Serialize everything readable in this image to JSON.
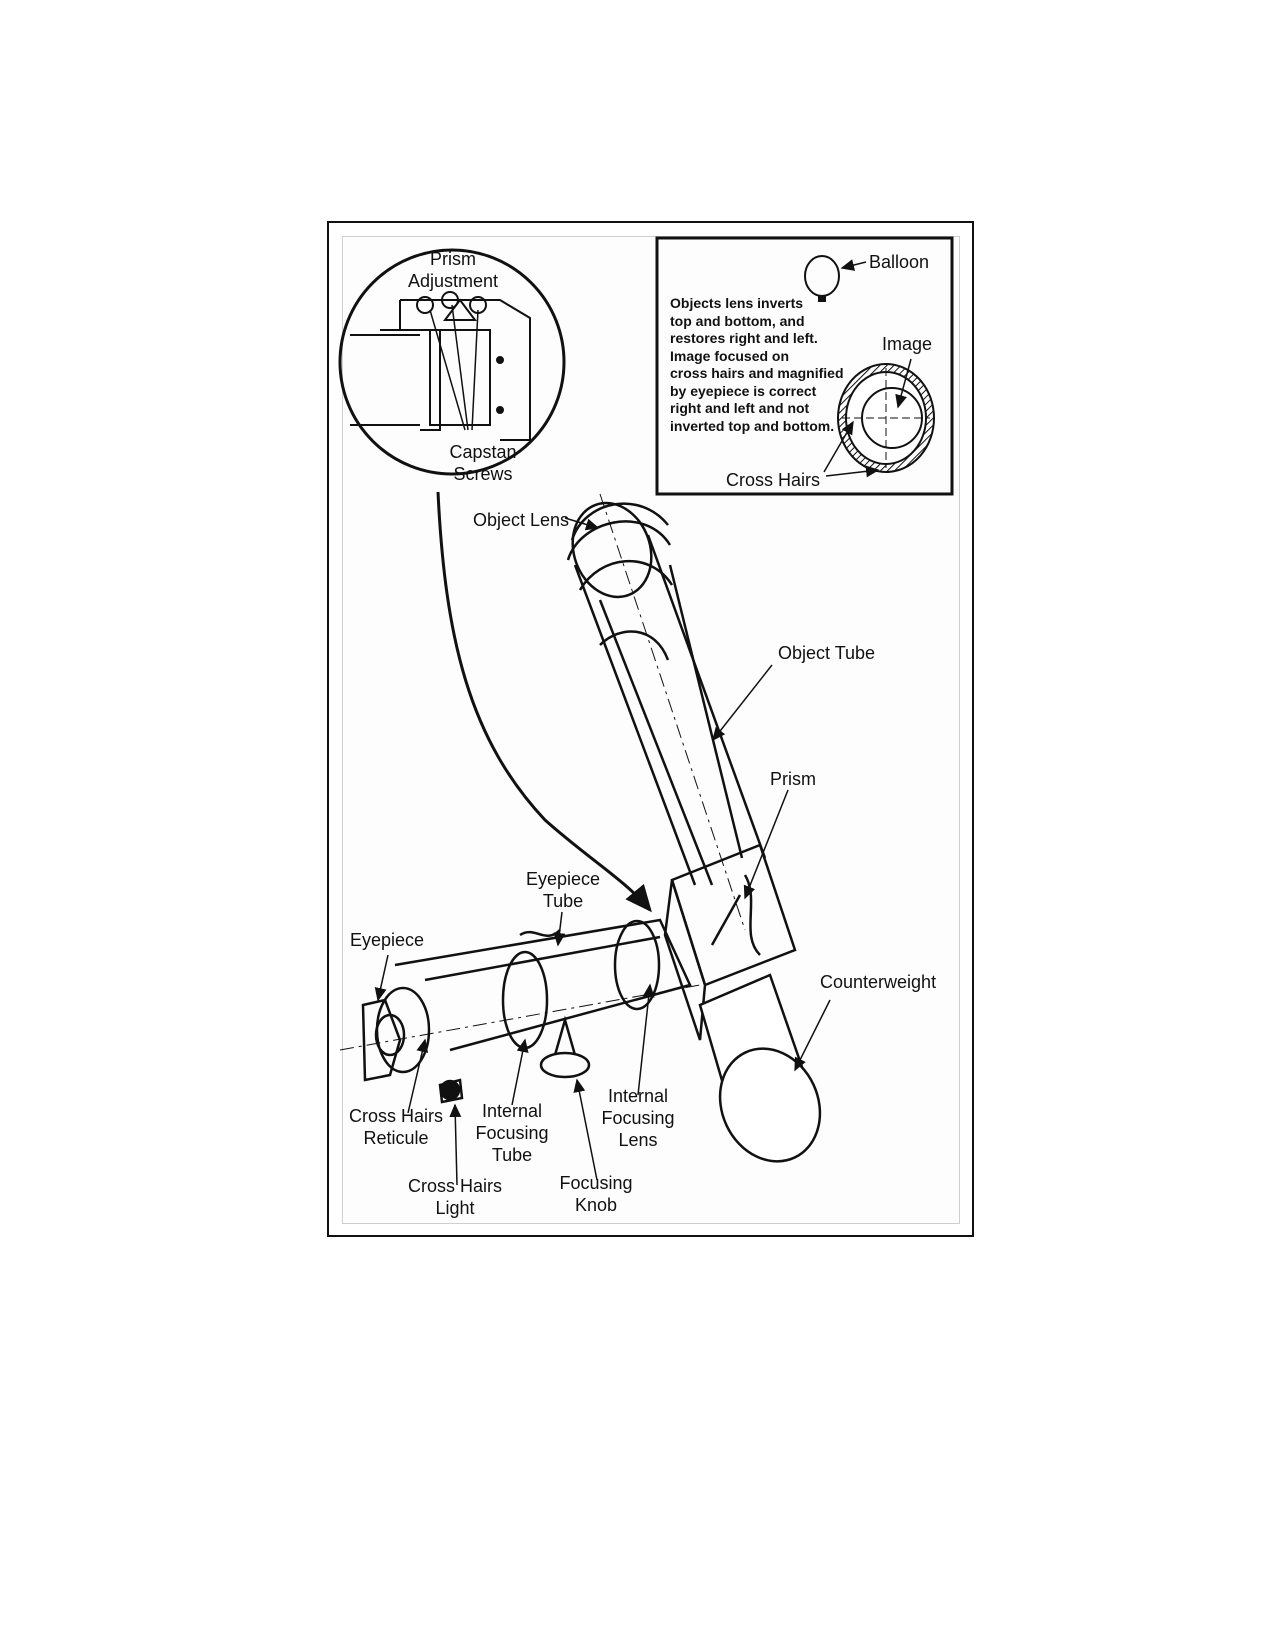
{
  "labels": {
    "prism_adjustment": "Prism\nAdjustment",
    "capstan_screws": "Capstan\nScrews",
    "balloon": "Balloon",
    "image": "Image",
    "cross_hairs": "Cross Hairs",
    "object_lens": "Object Lens",
    "object_tube": "Object Tube",
    "prism": "Prism",
    "eyepiece_tube": "Eyepiece\nTube",
    "eyepiece": "Eyepiece",
    "counterweight": "Counterweight",
    "cross_hairs_reticule": "Cross Hairs\nReticule",
    "internal_focusing_tube": "Internal\nFocusing\nTube",
    "internal_focusing_lens": "Internal\nFocusing\nLens",
    "cross_hairs_light": "Cross Hairs\nLight",
    "focusing_knob": "Focusing\nKnob"
  },
  "note": "Objects lens inverts\ntop and bottom, and\nrestores right and left.\nImage focused on\ncross hairs and magnified\nby eyepiece is correct\nright and left and not\ninverted top and bottom."
}
